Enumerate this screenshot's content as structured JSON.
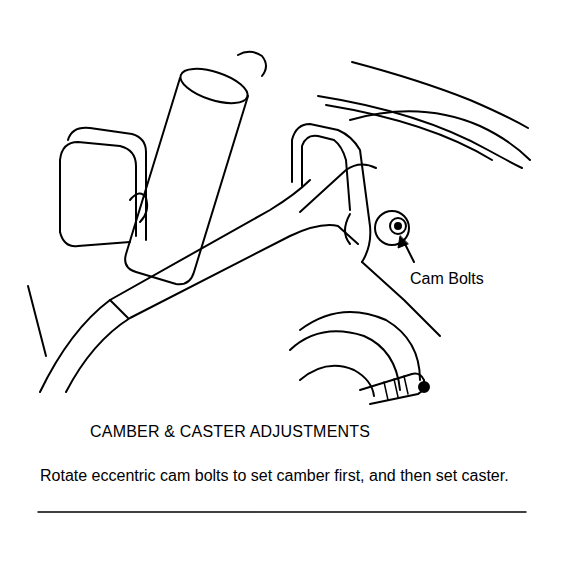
{
  "diagram": {
    "title": "CAMBER & CASTER ADJUSTMENTS",
    "caption": "Rotate eccentric cam bolts to set camber first, and then set caster.",
    "labels": [
      "Cam Bolts"
    ]
  }
}
